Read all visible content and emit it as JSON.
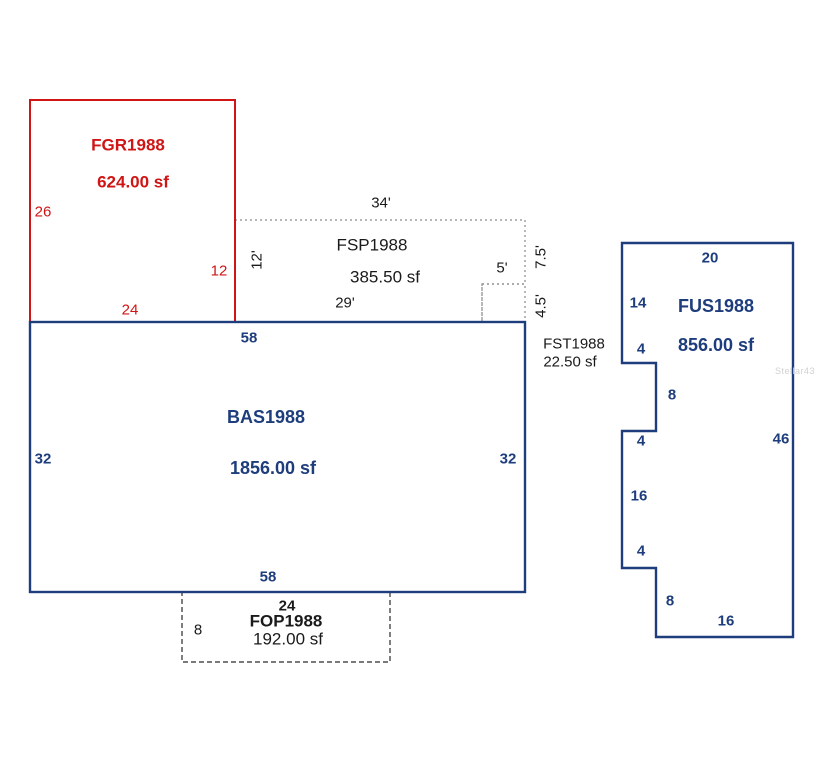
{
  "watermark": "Stellar43",
  "colors": {
    "fgr_red": "#cf1515",
    "navy_blue": "#1e3d7d",
    "sketch_black": "#1a1a1a",
    "background": "#ffffff"
  },
  "areas": {
    "fgr": {
      "name": "FGR1988",
      "area": "624.00 sf",
      "dim_left": "26",
      "dim_right": "12",
      "dim_bottom": "24"
    },
    "fsp": {
      "name": "FSP1988",
      "area": "385.50 sf",
      "dim_top": "34'",
      "dim_left": "12'",
      "dim_bottom": "29'",
      "dim_notch": "5'",
      "dim_right_upper": "7.5'",
      "dim_right_lower": "4.5'"
    },
    "fst": {
      "name": "FST1988",
      "area": "22.50 sf"
    },
    "bas": {
      "name": "BAS1988",
      "area": "1856.00 sf",
      "dim_top": "58",
      "dim_left": "32",
      "dim_right": "32",
      "dim_bottom": "58"
    },
    "fop": {
      "name": "FOP1988",
      "area": "192.00 sf",
      "dim_top": "24",
      "dim_left": "8"
    },
    "fus": {
      "name": "FUS1988",
      "area": "856.00 sf",
      "dim_top": "20",
      "dim_left_upper": "14",
      "dim_notch1_top": "4",
      "dim_notch1_side": "8",
      "dim_notch1_bottom": "4",
      "dim_left_mid": "16",
      "dim_notch2_top": "4",
      "dim_notch2_side": "8",
      "dim_bottom": "16",
      "dim_right": "46"
    }
  }
}
